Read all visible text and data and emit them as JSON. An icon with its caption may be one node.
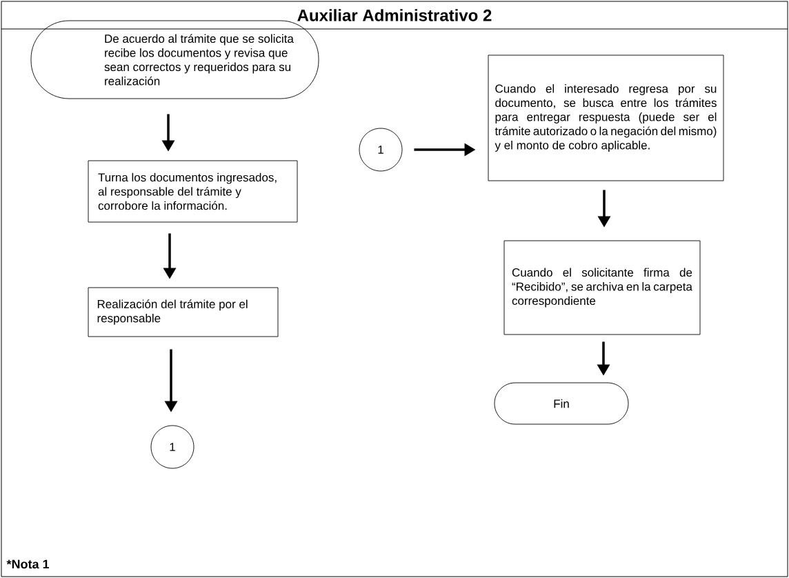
{
  "diagram": {
    "title": "Auxiliar Administrativo 2",
    "nodes": [
      {
        "text": [
          "De acuerdo al trámite que se solicita recibe los documentos y revisa que sean correctos y requeridos para su realización"
        ]
      },
      {
        "text": [
          "Turna los documentos ingresados, al responsable del trámite y corrobore la información."
        ]
      },
      {
        "text": [
          "Realización del trámite por el responsable"
        ]
      },
      {
        "text": [
          "1"
        ]
      },
      {
        "text": [
          "1"
        ]
      },
      {
        "text": [
          "Cuando el interesado regresa por su documento, se busca entre los trámites para entregar respuesta (puede ser el trámite autorizado o la negación del mismo) y el monto de cobro aplicable."
        ]
      },
      {
        "text": [
          "Cuando el solicitante firma de “Recibido”, se archiva en la carpeta correspondiente"
        ]
      },
      {
        "text": [
          "Fin"
        ]
      }
    ],
    "edges": [
      {
        "from": 0,
        "to": 1,
        "arrow": "to"
      },
      {
        "from": 1,
        "to": 2,
        "arrow": "to"
      },
      {
        "from": 2,
        "to": 3,
        "arrow": "to"
      },
      {
        "from": 4,
        "to": 5,
        "arrow": "to"
      },
      {
        "from": 5,
        "to": 6,
        "arrow": "to"
      },
      {
        "from": 6,
        "to": 7,
        "arrow": "to"
      }
    ],
    "labels": [
      "*Nota 1"
    ]
  }
}
